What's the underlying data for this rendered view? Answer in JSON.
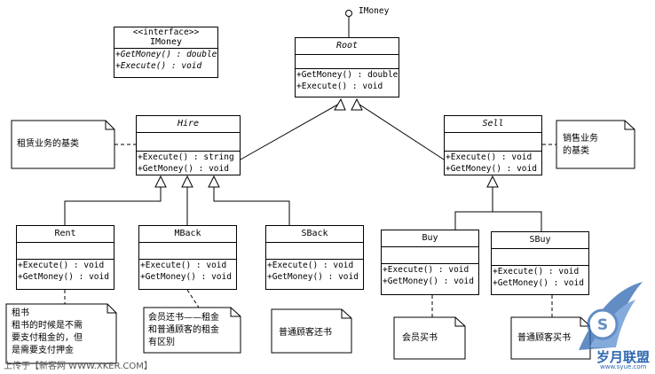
{
  "lollipop_label": "IMoney",
  "interface": {
    "stereotype": "<<interface>>",
    "name": "IMoney",
    "ops": [
      "+GetMoney() : double",
      "+Execute() : void"
    ]
  },
  "root": {
    "name": "Root",
    "ops": [
      "+GetMoney() : double",
      "+Execute() : void"
    ]
  },
  "hire": {
    "name": "Hire",
    "ops": [
      "+Execute() : string",
      "+GetMoney() : void"
    ]
  },
  "sell": {
    "name": "Sell",
    "ops": [
      "+Execute() : void",
      "+GetMoney() : void"
    ]
  },
  "rent": {
    "name": "Rent",
    "ops": [
      "+Execute() : void",
      "+GetMoney() : void"
    ]
  },
  "mback": {
    "name": "MBack",
    "ops": [
      "+Execute() : void",
      "+GetMoney() : void"
    ]
  },
  "sback": {
    "name": "SBack",
    "ops": [
      "+Execute() : void",
      "+GetMoney() : void"
    ]
  },
  "buy": {
    "name": "Buy",
    "ops": [
      "+Execute() : void",
      "+GetMoney() : void"
    ]
  },
  "sbuy": {
    "name": "SBuy",
    "ops": [
      "+Execute() : void",
      "+GetMoney() : void"
    ]
  },
  "notes": {
    "hire": "租赁业务的基类",
    "sell": [
      "销售业务",
      "的基类"
    ],
    "rent": [
      "租书",
      "租书的时候是不需",
      "要支付租金的，但",
      "是需要支付押金"
    ],
    "mback": [
      "会员还书——租金",
      "和普通顾客的租金",
      "有区别"
    ],
    "sback": "普通顾客还书",
    "buy": "会员买书",
    "sbuy": "普通顾客买书"
  },
  "watermark": {
    "left": "上传于【新客网 WWW.XKER.COM】",
    "right_top": "岁月联盟",
    "right_bottom": "www.syue.com"
  }
}
